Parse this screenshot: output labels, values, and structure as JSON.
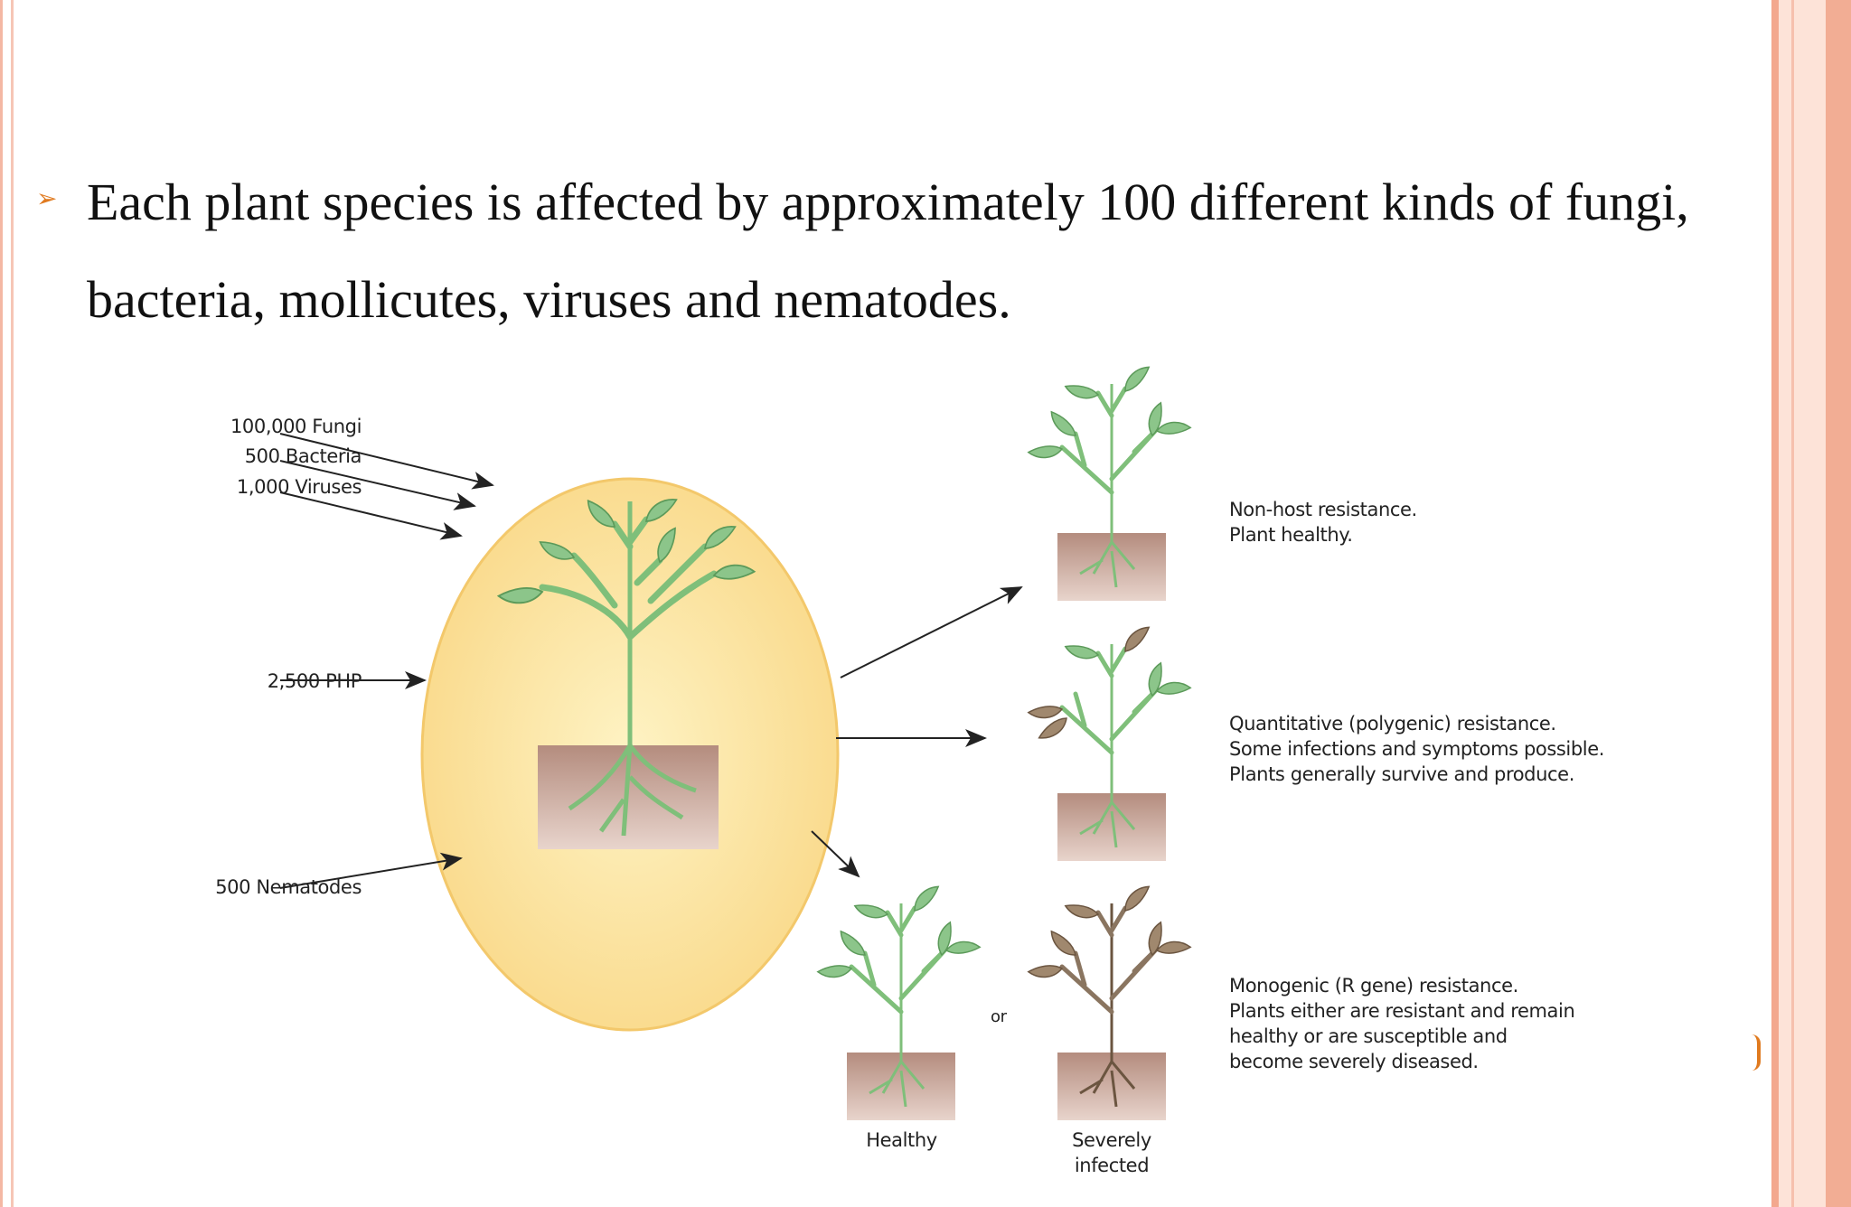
{
  "slide": {
    "bullet_text": "Each plant species is affected by approximately 100 different kinds of fungi, bacteria, mollicutes, viruses and nematodes."
  },
  "diagram": {
    "pathogens": {
      "fungi": "100,000 Fungi",
      "bacteria": "500 Bacteria",
      "viruses": "1,000 Viruses",
      "php": "2,500 PHP",
      "nematodes": "500 Nematodes"
    },
    "outcomes": {
      "nonhost": [
        "Non-host resistance.",
        "Plant healthy."
      ],
      "quantitative": [
        "Quantitative (polygenic) resistance.",
        "Some infections and symptoms possible.",
        "Plants generally survive and produce."
      ],
      "monogenic": [
        "Monogenic (R gene) resistance.",
        "Plants either are resistant and remain",
        "healthy or are susceptible and",
        "become severely diseased."
      ]
    },
    "or_label": "or",
    "healthy_label": "Healthy",
    "infected_label": [
      "Severely",
      "infected"
    ],
    "colors": {
      "oval_fill": "#fde9a8",
      "stem_green": "#7fbf7a",
      "soil": "#b08a7a",
      "diseased": "#8a7560"
    }
  }
}
